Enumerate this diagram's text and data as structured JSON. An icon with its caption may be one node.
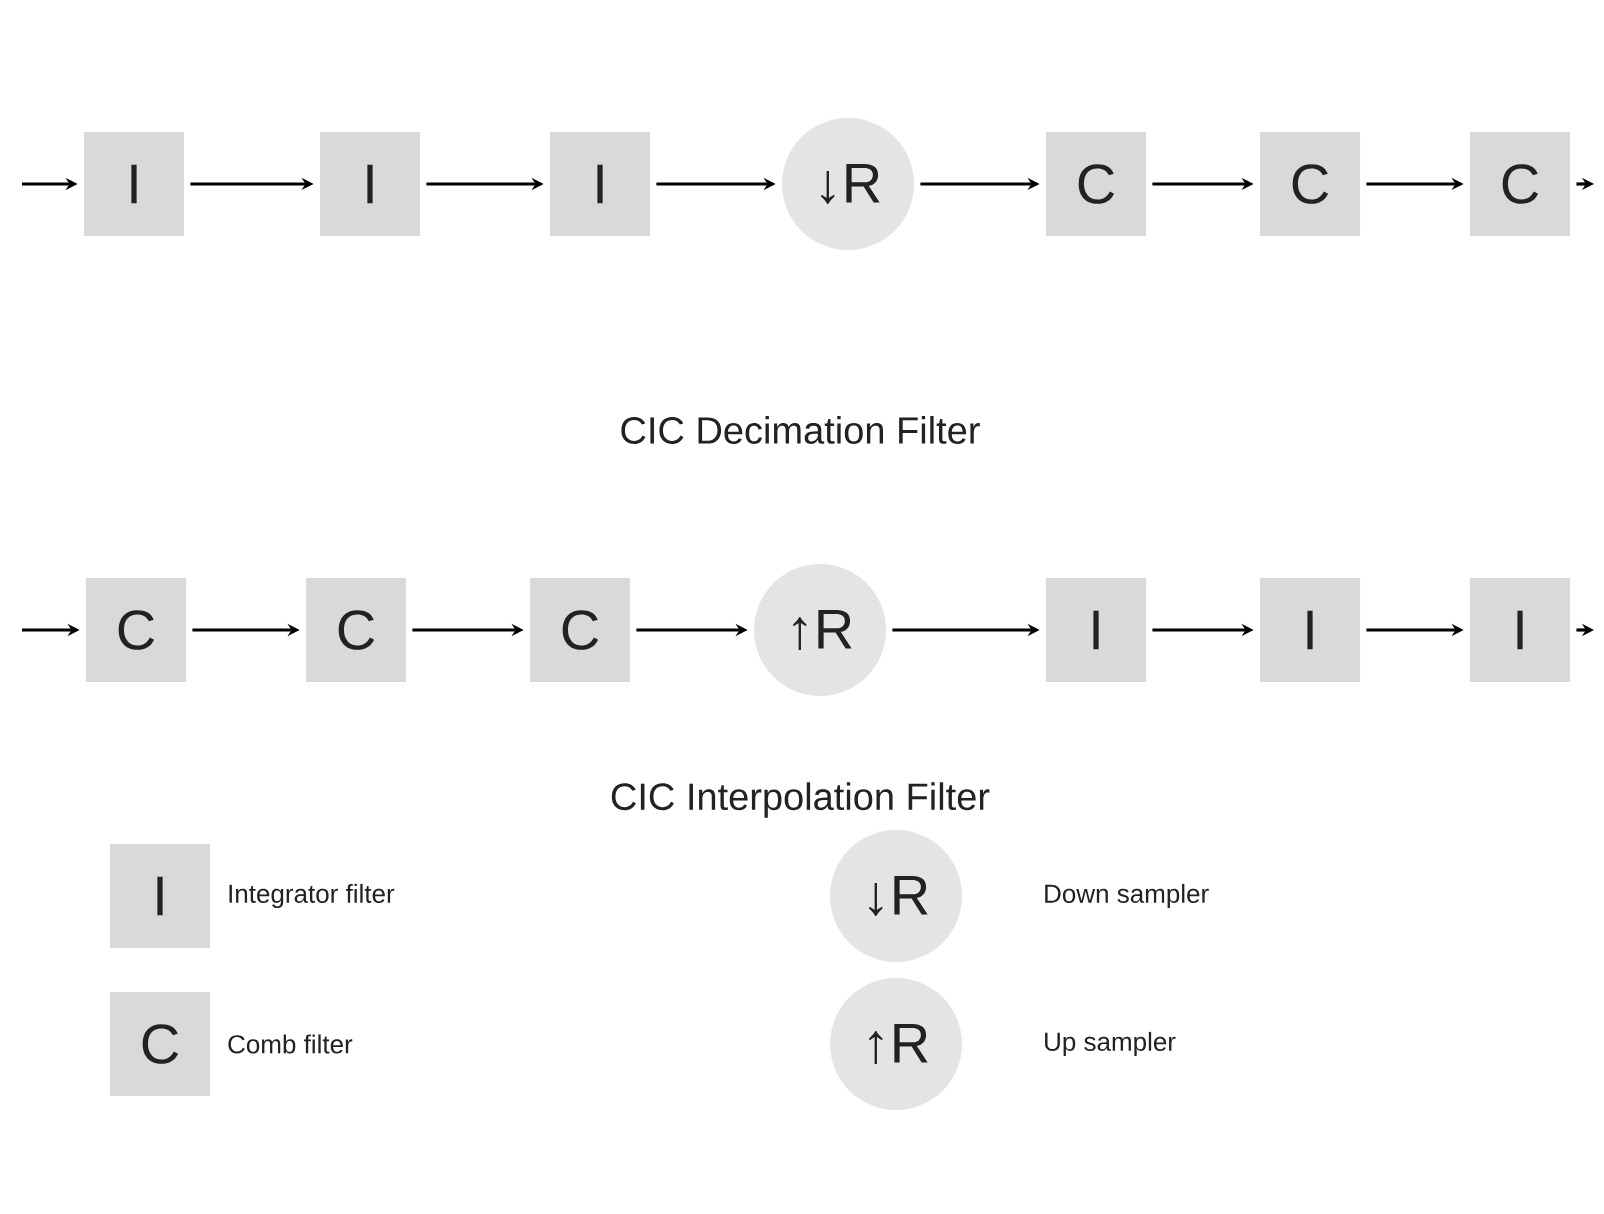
{
  "diagram": {
    "nodes": [
      {
        "text": [
          "I"
        ]
      },
      {
        "text": [
          "I"
        ]
      },
      {
        "text": [
          "I"
        ]
      },
      {
        "text": [
          "↓R"
        ]
      },
      {
        "text": [
          "C"
        ]
      },
      {
        "text": [
          "C"
        ]
      },
      {
        "text": [
          "C"
        ]
      },
      {
        "text": [
          "C"
        ]
      },
      {
        "text": [
          "C"
        ]
      },
      {
        "text": [
          "C"
        ]
      },
      {
        "text": [
          "↑R"
        ]
      },
      {
        "text": [
          "I"
        ]
      },
      {
        "text": [
          "I"
        ]
      },
      {
        "text": [
          "I"
        ]
      },
      {
        "text": [
          "I"
        ],
        "beside": [
          "Integrator filter"
        ]
      },
      {
        "text": [
          "↓R"
        ],
        "beside": [
          "Down sampler"
        ]
      },
      {
        "text": [
          "C"
        ],
        "beside": [
          "Comb filter"
        ]
      },
      {
        "text": [
          "↑R"
        ],
        "beside": [
          "Up sampler"
        ]
      }
    ],
    "edges": [
      {
        "from": null,
        "to": 0,
        "arrow": "to"
      },
      {
        "from": 0,
        "to": 1,
        "arrow": "to"
      },
      {
        "from": 1,
        "to": 2,
        "arrow": "to"
      },
      {
        "from": 2,
        "to": 3,
        "arrow": "to"
      },
      {
        "from": 3,
        "to": 4,
        "arrow": "to"
      },
      {
        "from": 4,
        "to": 5,
        "arrow": "to"
      },
      {
        "from": 5,
        "to": 6,
        "arrow": "to"
      },
      {
        "from": 6,
        "to": null,
        "arrow": "to"
      },
      {
        "from": null,
        "to": 7,
        "arrow": "to"
      },
      {
        "from": 7,
        "to": 8,
        "arrow": "to"
      },
      {
        "from": 8,
        "to": 9,
        "arrow": "to"
      },
      {
        "from": 9,
        "to": 10,
        "arrow": "to"
      },
      {
        "from": 10,
        "to": 11,
        "arrow": "to"
      },
      {
        "from": 11,
        "to": 12,
        "arrow": "to"
      },
      {
        "from": 12,
        "to": 13,
        "arrow": "to"
      },
      {
        "from": 13,
        "to": null,
        "arrow": "to"
      }
    ],
    "labels": [
      "CIC Decimation Filter",
      "CIC Interpolation Filter"
    ]
  }
}
